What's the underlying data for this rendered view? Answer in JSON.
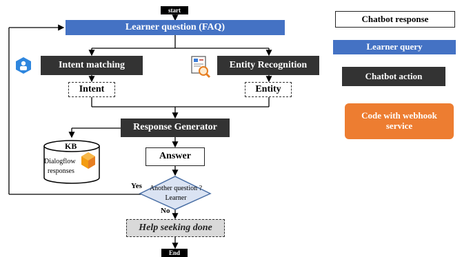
{
  "start": "start",
  "end": "End",
  "question": "Learner question (FAQ)",
  "intent_matching": "Intent matching",
  "entity_recognition": "Entity Recognition",
  "intent": "Intent",
  "entity": "Entity",
  "response_generator": "Response Generator",
  "kb": {
    "title": "KB",
    "line1": "Dialogflow",
    "line2": "responses"
  },
  "answer": "Answer",
  "decision": {
    "line1": "Another question ?",
    "line2": "Learner"
  },
  "yes": "Yes",
  "no": "No",
  "help_done": "Help seeking done",
  "legend": {
    "chatbot_response": "Chatbot response",
    "learner_query": "Learner query",
    "chatbot_action": "Chatbot action",
    "webhook": "Code with webhook service"
  },
  "colors": {
    "blue": "#4472c4",
    "dark": "#333333",
    "orange": "#ed7d31"
  },
  "icons": [
    "dialogflow-agent-icon",
    "entity-search-icon",
    "dialogflow-cube-icon"
  ]
}
